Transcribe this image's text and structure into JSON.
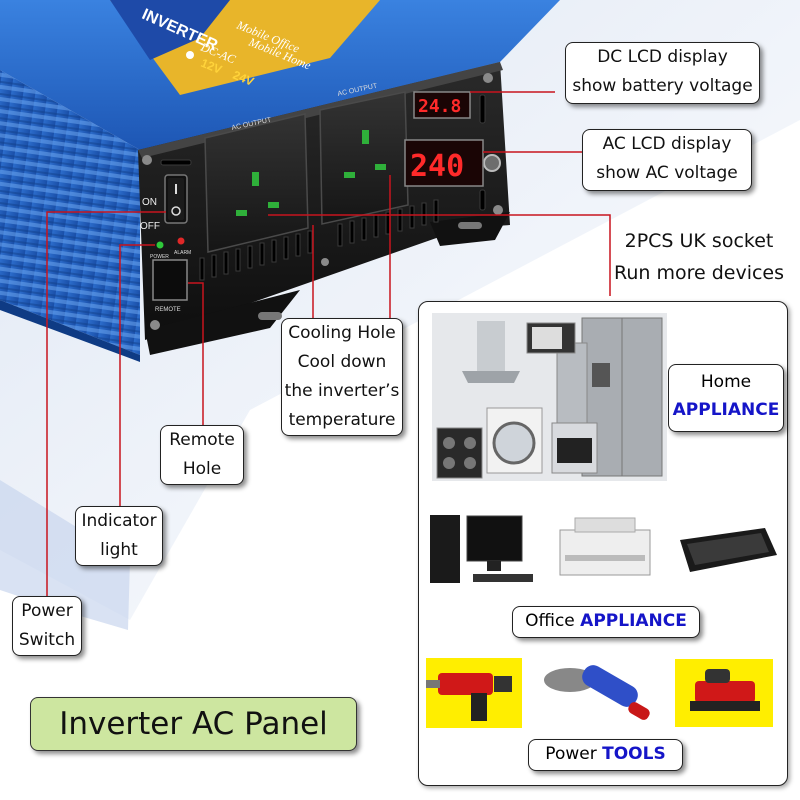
{
  "title": "Inverter AC Panel",
  "device": {
    "top_label_brand": "INVERTER",
    "top_label_text1": "Mobile Office",
    "top_label_text2": "Mobile Home",
    "top_label_dcac": "DC-AC",
    "top_label_voltage": "12V",
    "top_label_voltage2": "24V",
    "switch_on": "ON",
    "switch_off": "OFF",
    "led_power": "POWER",
    "led_alarm": "ALARM",
    "remote": "REMOTE",
    "ac_output_left": "AC OUTPUT",
    "ac_output_right": "AC OUTPUT",
    "dc_display": "24.8",
    "ac_display": "240"
  },
  "callouts": {
    "dc_lcd": [
      "DC LCD display",
      "show battery voltage"
    ],
    "ac_lcd": [
      "AC LCD display",
      "show AC voltage"
    ],
    "uk_socket": [
      "2PCS UK socket",
      "Run more devices"
    ],
    "cooling": [
      "Cooling Hole",
      "Cool down",
      "the inverter’s",
      "temperature"
    ],
    "remote": [
      "Remote",
      "Hole"
    ],
    "indicator": [
      "Indicator",
      "light"
    ],
    "power_switch": [
      "Power",
      "Switch"
    ]
  },
  "appliances": {
    "home": {
      "prefix": "Home",
      "highlight": "APPLIANCE"
    },
    "office": {
      "prefix": "Office",
      "highlight": "APPLIANCE"
    },
    "tools": {
      "prefix": "Power",
      "highlight": "TOOLS"
    }
  },
  "colors": {
    "case_blue": "#2e6fd0",
    "leader_red": "#c8141e",
    "highlight_blue": "#1515c8",
    "title_bg": "#cde6a0"
  }
}
